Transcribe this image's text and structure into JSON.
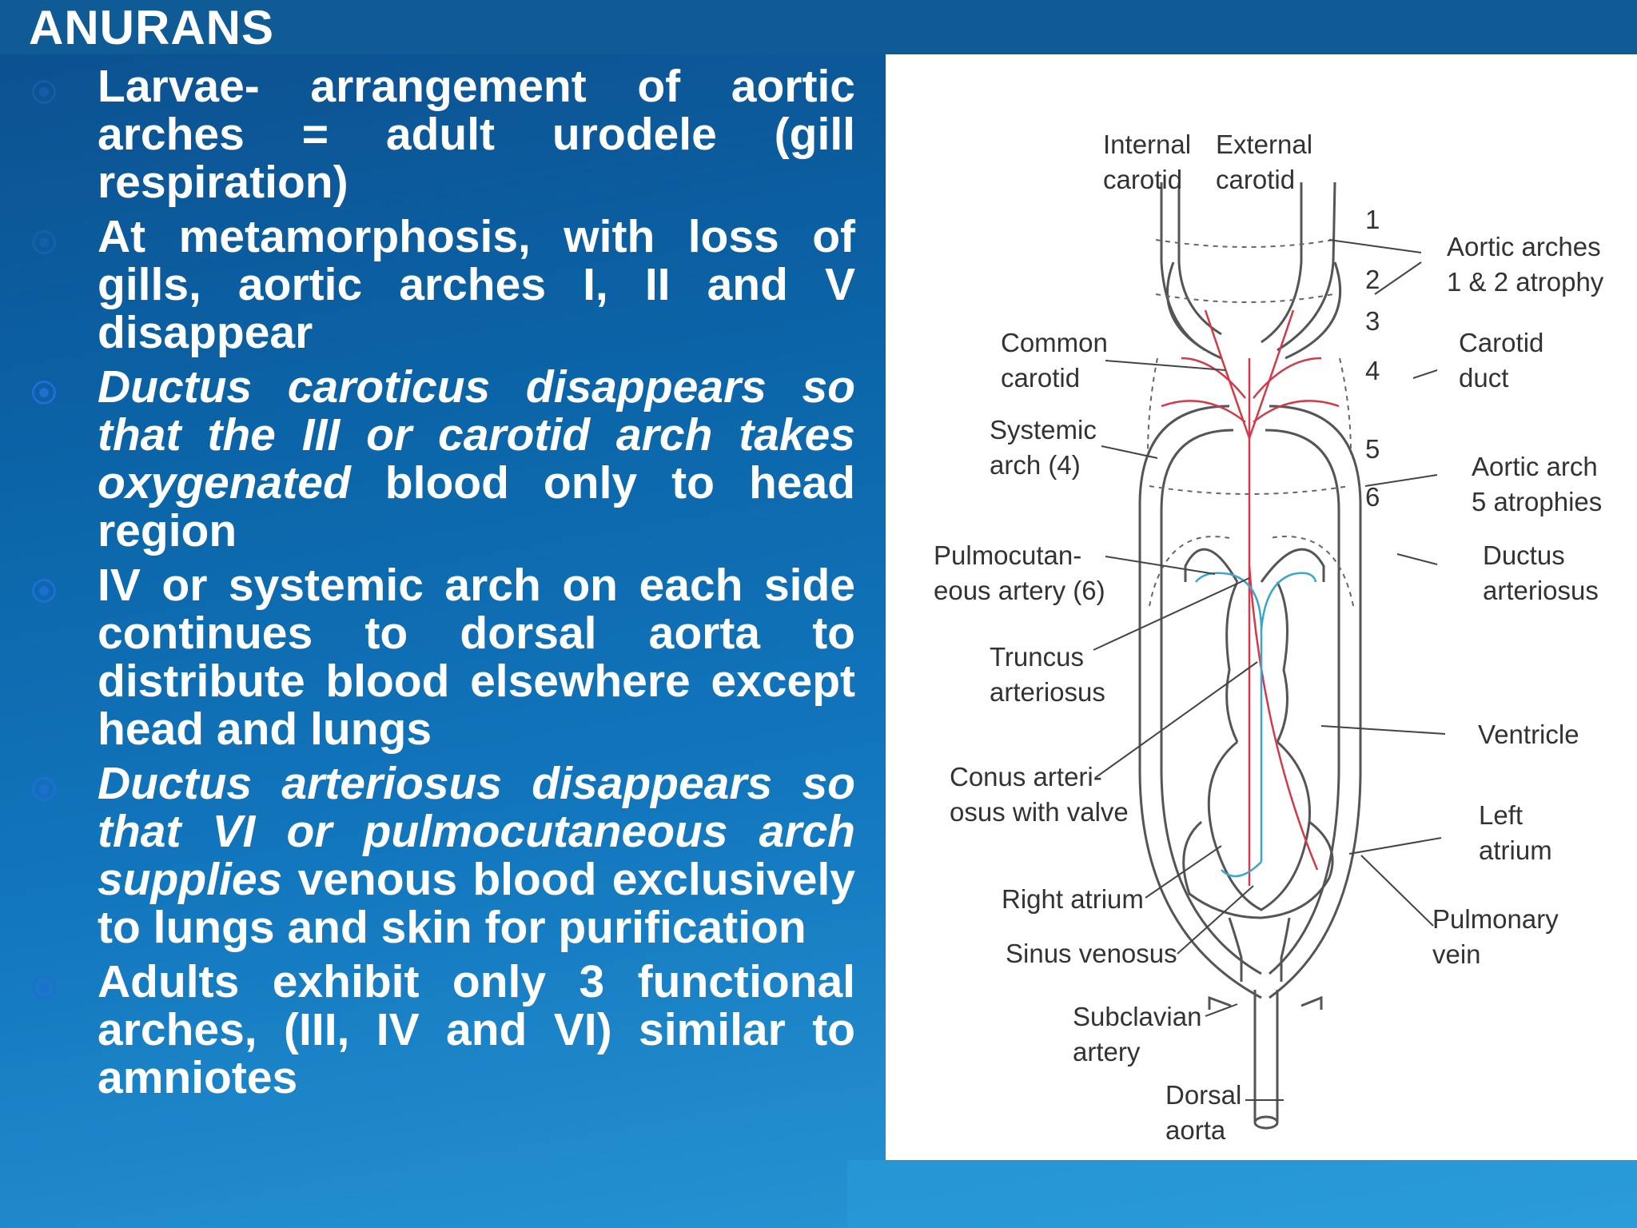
{
  "slide": {
    "title": "ANURANS",
    "bullets": [
      {
        "plain": "Larvae- arrangement of aortic arches = adult urodele (gill respiration)"
      },
      {
        "plain": "At metamorphosis, with loss of gills, aortic arches I, II and V disappear"
      },
      {
        "italic": "Ductus caroticus disappears so that the III or carotid arch takes oxygenated",
        "rest": " blood only to head region"
      },
      {
        "plain": "IV or systemic arch on each side continues to dorsal aorta to distribute blood elsewhere except head and lungs"
      },
      {
        "italic": "Ductus arteriosus disappears so that VI or pulmocutaneous arch supplies",
        "rest": " venous blood exclusively to lungs and skin for purification"
      },
      {
        "plain": "Adults exhibit only 3 functional arches, (III, IV and VI) similar to amniotes"
      }
    ],
    "stray_glyph": "y"
  },
  "diagram": {
    "labels": {
      "internal_carotid": [
        "Internal",
        "carotid"
      ],
      "external_carotid": [
        "External",
        "carotid"
      ],
      "aortic_arches_12": [
        "Aortic arches",
        "1 & 2 atrophy"
      ],
      "common_carotid": [
        "Common",
        "carotid"
      ],
      "carotid_duct": [
        "Carotid",
        "duct"
      ],
      "systemic_arch": [
        "Systemic",
        "arch (4)"
      ],
      "aortic_arch_5": [
        "Aortic arch",
        "5 atrophies"
      ],
      "pulmocutaneous": [
        "Pulmocutan-",
        "eous artery (6)"
      ],
      "ductus_arteriosus": [
        "Ductus",
        "arteriosus"
      ],
      "truncus": [
        "Truncus",
        "arteriosus"
      ],
      "ventricle": [
        "Ventricle"
      ],
      "conus": [
        "Conus arteri-",
        "osus with valve"
      ],
      "left_atrium": [
        "Left",
        "atrium"
      ],
      "right_atrium": [
        "Right atrium"
      ],
      "pulmonary_vein": [
        "Pulmonary",
        "vein"
      ],
      "sinus_venosus": [
        "Sinus venosus"
      ],
      "subclavian": [
        "Subclavian",
        "artery"
      ],
      "dorsal_aorta": [
        "Dorsal",
        "aorta"
      ]
    },
    "arch_numbers": [
      "1",
      "2",
      "3",
      "4",
      "5",
      "6"
    ],
    "colors": {
      "oxygenated": "#d23a4a",
      "venous": "#3aa6cf",
      "line": "#555555"
    }
  }
}
